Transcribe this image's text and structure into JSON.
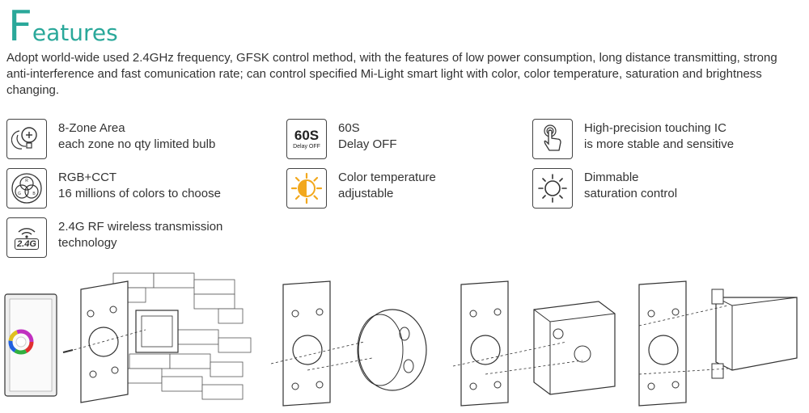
{
  "header": {
    "title_initial": "F",
    "title_rest": "eatures",
    "description": "Adopt world-wide used 2.4GHz frequency, GFSK control method, with the features of low power consumption, long distance transmitting, strong anti-interference and fast comunication rate; can control specified Mi-Light smart light with color, color temperature, saturation and brightness changing."
  },
  "features": [
    {
      "icon": "bulb-zone-icon",
      "line1": "8-Zone Area",
      "line2": "each zone no qty limited bulb"
    },
    {
      "icon": "delay-60s-icon",
      "line1": "60S",
      "line2": "Delay OFF",
      "icon_text": "60S",
      "icon_subtext": "Delay OFF"
    },
    {
      "icon": "touch-finger-icon",
      "line1": "High-precision touching IC",
      "line2": "is more stable and sensitive"
    },
    {
      "icon": "rgb-circles-icon",
      "line1": "RGB+CCT",
      "line2": "16 millions of colors to choose"
    },
    {
      "icon": "half-sun-icon",
      "line1": "Color temperature",
      "line2": "adjustable"
    },
    {
      "icon": "sun-outline-icon",
      "line1": "Dimmable",
      "line2": "saturation control"
    },
    {
      "icon": "wireless-24g-icon",
      "line1": "2.4G RF wireless transmission",
      "line2": "technology",
      "icon_text": "2.4G"
    }
  ],
  "colors": {
    "accent": "#2aa89a",
    "sun": "#f2a81d"
  }
}
